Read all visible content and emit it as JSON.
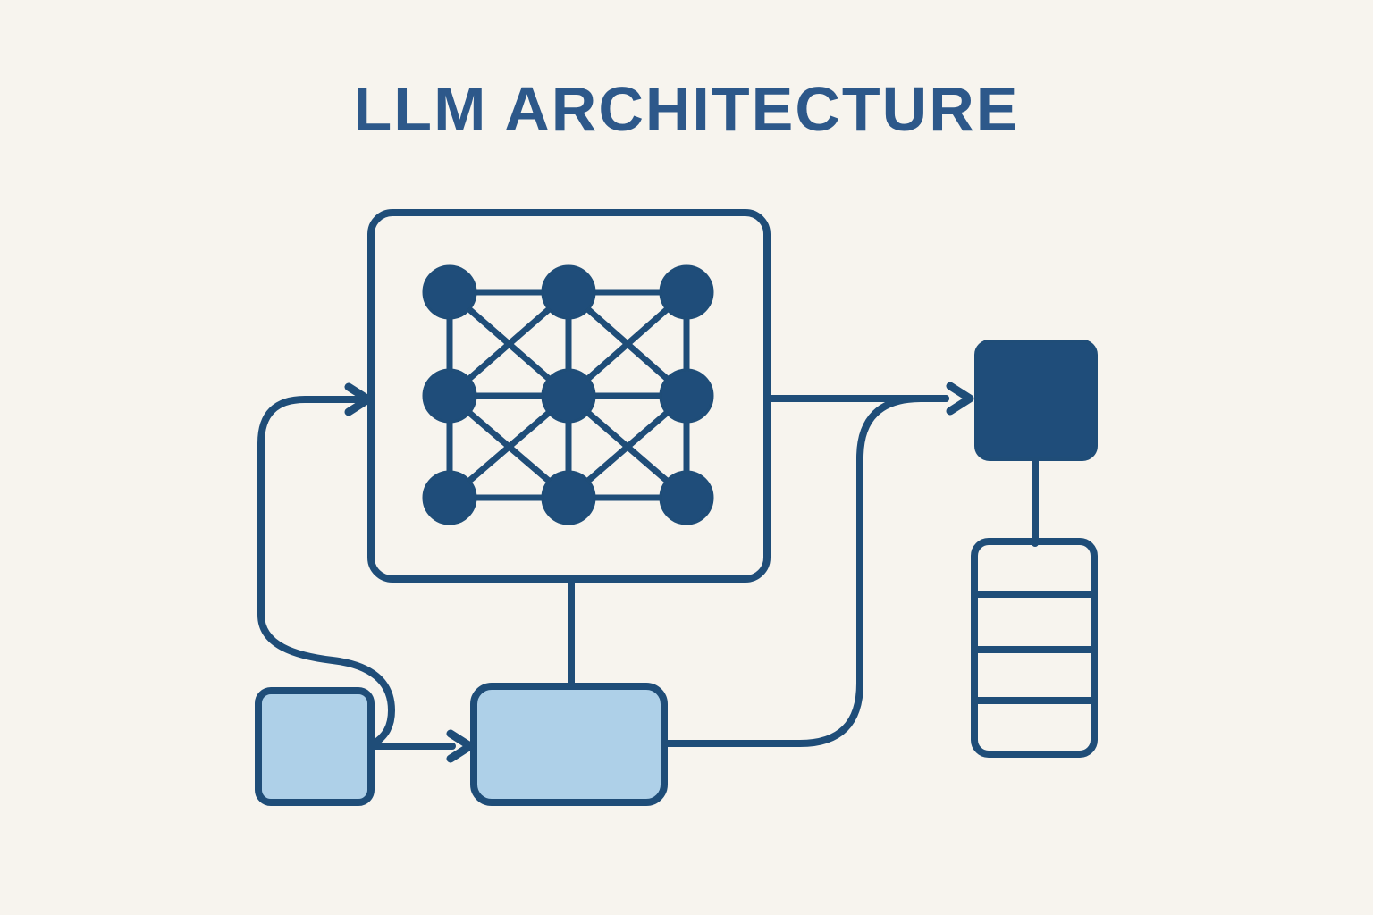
{
  "title": "LLM ARCHITECTURE",
  "colors": {
    "background": "#f7f4ee",
    "outline": "#1f4d78",
    "dark_fill": "#1f4d7a",
    "light_fill": "#aed0e8",
    "title_color": "#2d588a"
  },
  "diagram": {
    "blocks": [
      {
        "id": "neural-network-box",
        "kind": "outlined rounded rectangle",
        "contents": "3x3 grid of filled nodes, adjacent nodes connected horizontally and vertically, each quadrant cross-connected diagonally",
        "node_rows": 3,
        "node_cols": 3,
        "node_count": 9
      },
      {
        "id": "output-box",
        "kind": "dark filled rounded square"
      },
      {
        "id": "stack-box",
        "kind": "outlined rounded rectangle divided into stacked rows",
        "rows": 4
      },
      {
        "id": "input-box",
        "kind": "light filled rounded square"
      },
      {
        "id": "process-box",
        "kind": "light filled rounded rectangle"
      }
    ],
    "connections": [
      {
        "from": "input-box",
        "to": "process-box",
        "style": "straight arrow right"
      },
      {
        "from": "neural-network-box",
        "to": "process-box",
        "style": "straight line down"
      },
      {
        "from": "process-box",
        "to": "output-box",
        "style": "curved line up then right, arrow into output-box"
      },
      {
        "from": "neural-network-box",
        "to": "output-box",
        "style": "straight line right, arrow into output-box"
      },
      {
        "from": "input-box junction",
        "to": "neural-network-box",
        "style": "curved feedback loop up-left then arrow right into box"
      },
      {
        "from": "output-box",
        "to": "stack-box",
        "style": "straight line down"
      }
    ]
  }
}
